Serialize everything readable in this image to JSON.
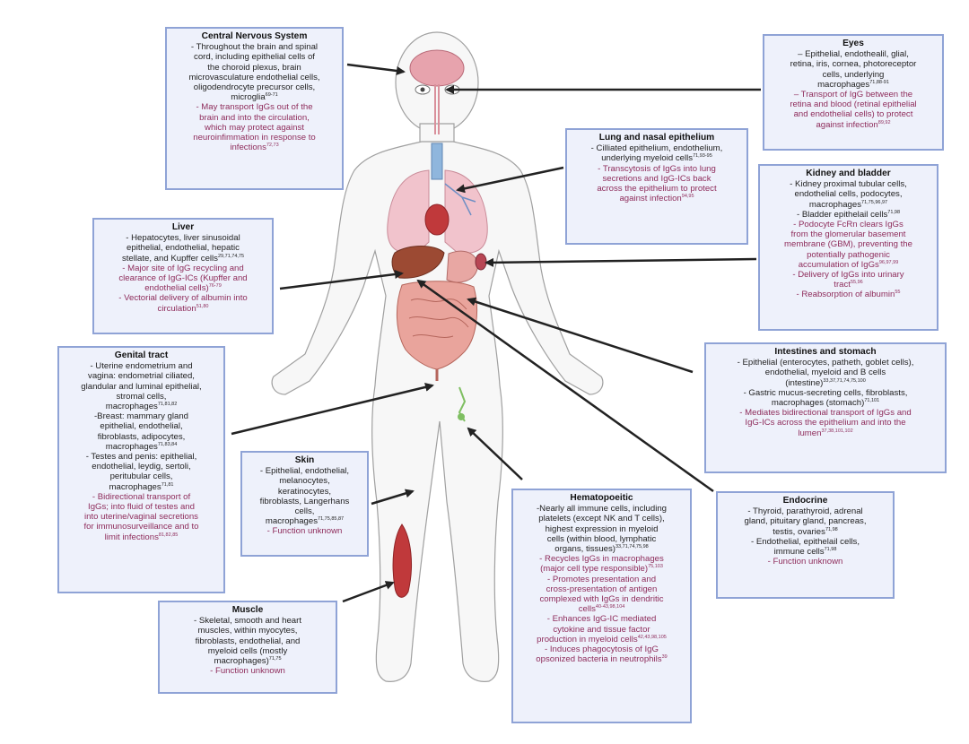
{
  "colors": {
    "box_fill": "#eef1fb",
    "box_border": "#8fa3d6",
    "function_text": "#8e2c5b",
    "arrow": "#222222",
    "body_outline": "#9a9a9a"
  },
  "boxes": {
    "cns": {
      "title": "Central Nervous System",
      "lines": [
        {
          "t": "- Throughout the brain and spinal"
        },
        {
          "t": "cord, including epithelial cells of"
        },
        {
          "t": "the choroid plexus, brain"
        },
        {
          "t": "microvasculature endothelial cells,"
        },
        {
          "t": "oligodendrocyte precursor cells,"
        },
        {
          "t": "microglia",
          "sup": "69-71"
        },
        {
          "t": "- May transport IgGs out of the",
          "red": true
        },
        {
          "t": "brain and into the circulation,",
          "red": true
        },
        {
          "t": "which may protect against",
          "red": true
        },
        {
          "t": "neuroinfimmation in response to",
          "red": true
        },
        {
          "t": "infections",
          "sup": "72,73",
          "red": true
        }
      ]
    },
    "eyes": {
      "title": "Eyes",
      "lines": [
        {
          "t": "– Epithelial, endothealil, glial,"
        },
        {
          "t": "retina, iris, cornea, photoreceptor"
        },
        {
          "t": "cells, underlying"
        },
        {
          "t": "macrophages",
          "sup": "71,88-91"
        },
        {
          "t": "– Transport of IgG between the",
          "red": true
        },
        {
          "t": "retina and blood (retinal epithelial",
          "red": true
        },
        {
          "t": "and endothelial cells) to protect",
          "red": true
        },
        {
          "t": "against infection",
          "sup": "89,92",
          "red": true
        }
      ]
    },
    "lung": {
      "title": "Lung and nasal epithelium",
      "lines": [
        {
          "t": "- Cilliated epithelium, endothelium,"
        },
        {
          "t": "underlying myeloid cells",
          "sup": "71,93-95"
        },
        {
          "t": "- Transcytosis of IgGs into lung",
          "red": true
        },
        {
          "t": "secretions and IgG-ICs back",
          "red": true
        },
        {
          "t": "across the epithelium to protect",
          "red": true
        },
        {
          "t": "against infection",
          "sup": "94,95",
          "red": true
        }
      ]
    },
    "kidney": {
      "title": "Kidney and bladder",
      "lines": [
        {
          "t": "- Kidney proximal tubular cells,"
        },
        {
          "t": "endothelial cells, podocytes,"
        },
        {
          "t": "macrophages",
          "sup": "71,75,96,97"
        },
        {
          "t": "- Bladder epithelail cells",
          "sup": "71,98"
        },
        {
          "t": "- Podocyte FcRn clears IgGs",
          "red": true
        },
        {
          "t": "from the glomerular basement",
          "red": true
        },
        {
          "t": "membrane (GBM), preventing the",
          "red": true
        },
        {
          "t": "potentially pathogenic",
          "red": true
        },
        {
          "t": "accumulation of IgGs",
          "sup": "96,97,99",
          "red": true
        },
        {
          "t": "- Delivery of IgGs into urinary",
          "red": true
        },
        {
          "t": "tract",
          "sup": "55,96",
          "red": true
        },
        {
          "t": "- Reabsorption of albumin",
          "sup": "55",
          "red": true
        }
      ]
    },
    "liver": {
      "title": "Liver",
      "lines": [
        {
          "t": "- Hepatocytes, liver sinusoidal"
        },
        {
          "t": "epithelial, endothelial, hepatic"
        },
        {
          "t": "stellate, and Kupffer cells",
          "sup": "29,71,74,75"
        },
        {
          "t": "- Major site of IgG recycling and",
          "red": true
        },
        {
          "t": "clearance of IgG-ICs (Kupffer and",
          "red": true
        },
        {
          "t": "endothelial cells)",
          "sup": "76-79",
          "red": true
        },
        {
          "t": "- Vectorial delivery of albumin into",
          "red": true
        },
        {
          "t": "circulation",
          "sup": "51,80",
          "red": true
        }
      ]
    },
    "genital": {
      "title": "Genital tract",
      "lines": [
        {
          "t": "- Uterine endometrium and"
        },
        {
          "t": "vagina: endometrial ciliated,"
        },
        {
          "t": "glandular and luminal epithelial,"
        },
        {
          "t": "stromal cells,"
        },
        {
          "t": "macrophages",
          "sup": "71,81,82"
        },
        {
          "t": "-Breast: mammary gland"
        },
        {
          "t": "epithelial, endothelial,"
        },
        {
          "t": "fibroblasts, adipocytes,"
        },
        {
          "t": "macrophages",
          "sup": "71,83,84"
        },
        {
          "t": "- Testes and penis: epithelial,"
        },
        {
          "t": "endothelial, leydig, sertoli,"
        },
        {
          "t": "peritubular cells,"
        },
        {
          "t": "macrophages",
          "sup": "71,81"
        },
        {
          "t": "- Bidirectional transport of",
          "red": true
        },
        {
          "t": "IgGs; into fluid of testes and",
          "red": true
        },
        {
          "t": "into uterine/vaginal secretions",
          "red": true
        },
        {
          "t": "for immunosurveillance and to",
          "red": true
        },
        {
          "t": "limit infections",
          "sup": "81,82,85",
          "red": true
        }
      ]
    },
    "intestines": {
      "title": "Intestines and stomach",
      "lines": [
        {
          "t": "- Epithelial (enterocytes, patheth, goblet cells),"
        },
        {
          "t": "endothelial, myeloid and B cells"
        },
        {
          "t": "(intestine)",
          "sup": "33,37,71,74,75,100"
        },
        {
          "t": "- Gastric mucus-secreting cells, fibroblasts,"
        },
        {
          "t": "macrophages (stomach)",
          "sup": "71,101"
        },
        {
          "t": "- Mediates bidirectional transport of IgGs and",
          "red": true
        },
        {
          "t": "IgG-ICs across the epithelium and into the",
          "red": true
        },
        {
          "t": "lumen",
          "sup": "37,38,101,102",
          "red": true
        }
      ]
    },
    "skin": {
      "title": "Skin",
      "lines": [
        {
          "t": "- Epithelial, endothelial,"
        },
        {
          "t": "melanocytes,"
        },
        {
          "t": "keratinocytes,"
        },
        {
          "t": "fibroblasts, Langerhans"
        },
        {
          "t": "cells,"
        },
        {
          "t": "macrophages",
          "sup": "71,75,85,87"
        },
        {
          "t": "- Function unknown",
          "red": true
        }
      ]
    },
    "hemato": {
      "title": "Hematopoeitic",
      "lines": [
        {
          "t": "-Nearly all immune cells, including"
        },
        {
          "t": "platelets (except NK and T cells),"
        },
        {
          "t": "highest expression in myeloid"
        },
        {
          "t": "cells (within blood, lymphatic"
        },
        {
          "t": "organs, tissues)",
          "sup": "33,71,74,75,98"
        },
        {
          "t": "- Recycles IgGs in macrophages",
          "red": true
        },
        {
          "t": "(major cell type responsible)",
          "sup": "75,103",
          "red": true
        },
        {
          "t": "- Promotes presentation and",
          "red": true
        },
        {
          "t": "cross-presentation of antigen",
          "red": true
        },
        {
          "t": "complexed with IgGs in dendritic",
          "red": true
        },
        {
          "t": "cells",
          "sup": "40-43,98,104",
          "red": true
        },
        {
          "t": "- Enhances IgG-IC mediated",
          "red": true
        },
        {
          "t": "cytokine and tissue factor",
          "red": true
        },
        {
          "t": "production in myeloid cells",
          "sup": "42,43,98,105",
          "red": true
        },
        {
          "t": "- Induces phagocytosis of IgG",
          "red": true
        },
        {
          "t": "opsonized bacteria in neutrophils",
          "sup": "39",
          "red": true
        }
      ]
    },
    "endocrine": {
      "title": "Endocrine",
      "lines": [
        {
          "t": "- Thyroid, parathyroid, adrenal"
        },
        {
          "t": "gland, pituitary gland, pancreas,"
        },
        {
          "t": "testis, ovaries",
          "sup": "71,98"
        },
        {
          "t": "- Endothelial, epithelail cells,"
        },
        {
          "t": "immune cells",
          "sup": "71,98"
        },
        {
          "t": "- Function unknown",
          "red": true
        }
      ]
    },
    "muscle": {
      "title": "Muscle",
      "lines": [
        {
          "t": "- Skeletal, smooth and heart"
        },
        {
          "t": "muscles, within myocytes,"
        },
        {
          "t": "fibroblasts, endothelial, and"
        },
        {
          "t": "myeloid cells (mostly"
        },
        {
          "t": "macrophages)",
          "sup": "71,75"
        },
        {
          "t": "- Function unknown",
          "red": true
        }
      ]
    }
  }
}
